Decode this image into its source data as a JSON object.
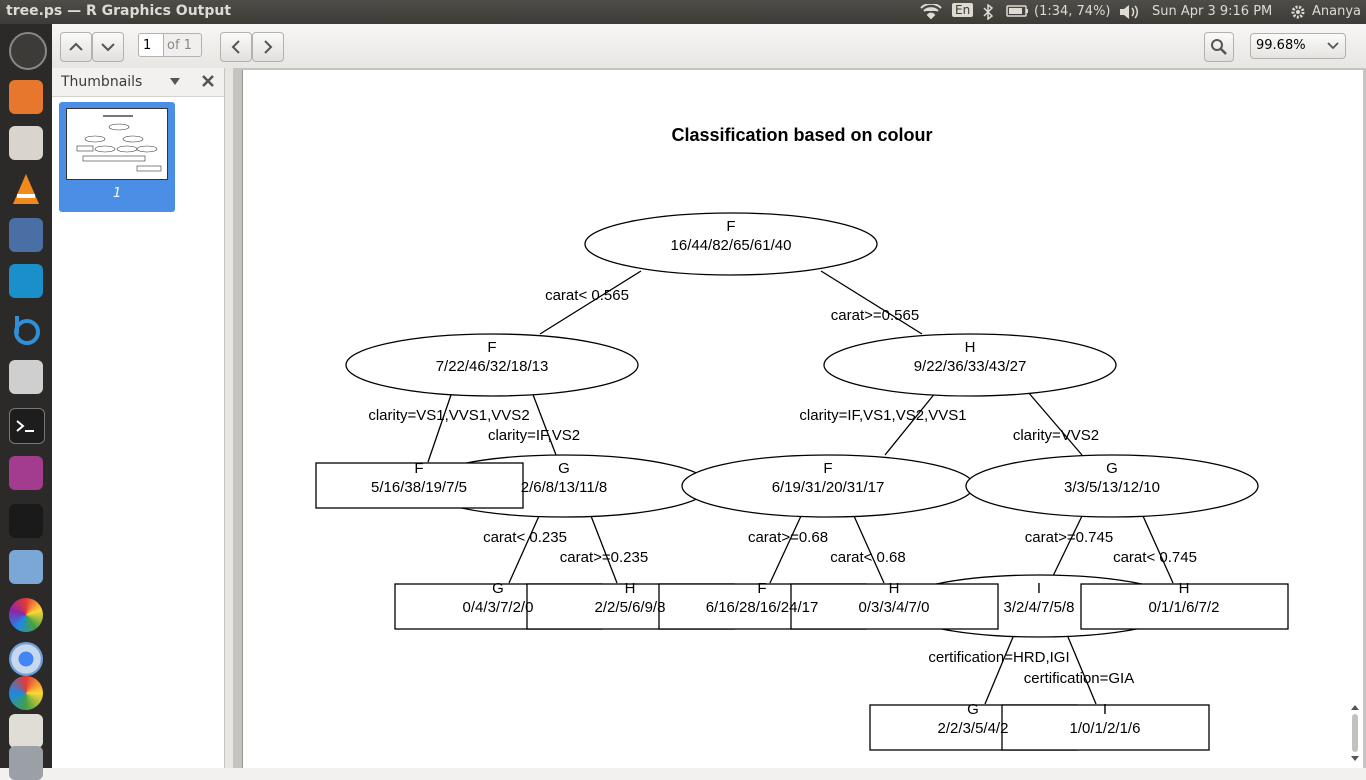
{
  "window": {
    "title": "tree.ps — R Graphics Output"
  },
  "indicators": {
    "keyboard": "En",
    "battery": "(1:34, 74%)",
    "clock": "Sun Apr  3  9:16 PM",
    "user": "Ananya"
  },
  "toolbar": {
    "page_number": "1",
    "page_count": "of 1",
    "zoom": "99.68%"
  },
  "sidebar": {
    "header": "Thumbnails",
    "thumb_label": "1"
  },
  "plot": {
    "title": "Classification based on colour",
    "nodes": [
      {
        "id": "n1",
        "cls": "F",
        "counts": "16/44/82/65/61/40"
      },
      {
        "id": "n2",
        "cls": "F",
        "counts": "7/22/46/32/18/13"
      },
      {
        "id": "n3",
        "cls": "H",
        "counts": "9/22/36/33/43/27"
      },
      {
        "id": "n4",
        "cls": "G",
        "counts": "2/6/8/13/11/8"
      },
      {
        "id": "n5",
        "cls": "F",
        "counts": "6/19/31/20/31/17"
      },
      {
        "id": "n6",
        "cls": "G",
        "counts": "3/3/5/13/12/10"
      },
      {
        "id": "n7",
        "cls": "I",
        "counts": "3/2/4/7/5/8"
      },
      {
        "id": "l1",
        "cls": "F",
        "counts": "5/16/38/19/7/5"
      },
      {
        "id": "l2",
        "cls": "G",
        "counts": "0/4/3/7/2/0"
      },
      {
        "id": "l3",
        "cls": "H",
        "counts": "2/2/5/6/9/8"
      },
      {
        "id": "l4",
        "cls": "F",
        "counts": "6/16/28/16/24/17"
      },
      {
        "id": "l5",
        "cls": "H",
        "counts": "0/3/3/4/7/0"
      },
      {
        "id": "l6",
        "cls": "H",
        "counts": "0/1/1/6/7/2"
      },
      {
        "id": "l7",
        "cls": "G",
        "counts": "2/2/3/5/4/2"
      },
      {
        "id": "l8",
        "cls": "I",
        "counts": "1/0/1/2/1/6"
      }
    ],
    "splits": [
      "carat< 0.565",
      "carat>=0.565",
      "clarity=VS1,VVS1,VVS2",
      "clarity=IF,VS2",
      "clarity=IF,VS1,VS2,VVS1",
      "clarity=VVS2",
      "carat< 0.235",
      "carat>=0.235",
      "carat>=0.68",
      "carat< 0.68",
      "carat>=0.745",
      "carat< 0.745",
      "certification=HRD,IGI",
      "certification=GIA"
    ]
  }
}
